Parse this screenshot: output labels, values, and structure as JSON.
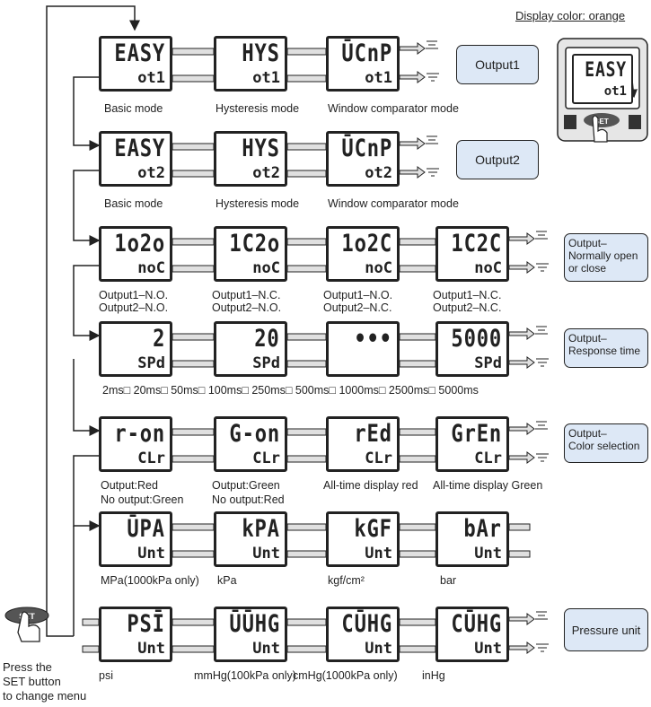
{
  "display_color_label": "Display color: orange",
  "device": {
    "top": "EASY",
    "bottom": "ot1",
    "button": "SET"
  },
  "rows": {
    "r1": {
      "displays": [
        {
          "top": "EASY",
          "bottom": "ot1"
        },
        {
          "top": "HYS",
          "bottom": "ot1"
        },
        {
          "top": "ŪCnP",
          "bottom": "ot1"
        }
      ],
      "labels": [
        "Basic mode",
        "Hysteresis mode",
        "Window comparator mode"
      ],
      "box": "Output1"
    },
    "r2": {
      "displays": [
        {
          "top": "EASY",
          "bottom": "ot2"
        },
        {
          "top": "HYS",
          "bottom": "ot2"
        },
        {
          "top": "ŪCnP",
          "bottom": "ot2"
        }
      ],
      "labels": [
        "Basic mode",
        "Hysteresis mode",
        "Window comparator mode"
      ],
      "box": "Output2"
    },
    "r3": {
      "displays": [
        {
          "top": "1o2o",
          "bottom": "noC"
        },
        {
          "top": "1C2o",
          "bottom": "noC"
        },
        {
          "top": "1o2C",
          "bottom": "noC"
        },
        {
          "top": "1C2C",
          "bottom": "noC"
        }
      ],
      "labels": [
        [
          "Output1–N.O.",
          "Output2–N.O."
        ],
        [
          "Output1–N.C.",
          "Output2–N.O."
        ],
        [
          "Output1–N.O.",
          "Output2–N.C."
        ],
        [
          "Output1–N.C.",
          "Output2–N.C."
        ]
      ],
      "box": [
        "Output–",
        "Normally open",
        "or close"
      ]
    },
    "r4": {
      "displays": [
        {
          "top": "2",
          "bottom": "SPd"
        },
        {
          "top": "20",
          "bottom": "SPd"
        },
        {
          "top": "•••",
          "bottom": ""
        },
        {
          "top": "5000",
          "bottom": "SPd"
        }
      ],
      "labels": "2ms□ 20ms□ 50ms□ 100ms□ 250ms□ 500ms□ 1000ms□ 2500ms□ 5000ms",
      "box": [
        "Output–",
        "Response time"
      ]
    },
    "r5": {
      "displays": [
        {
          "top": "r-on",
          "bottom": "CLr"
        },
        {
          "top": "G-on",
          "bottom": "CLr"
        },
        {
          "top": "rEd",
          "bottom": "CLr"
        },
        {
          "top": "GrEn",
          "bottom": "CLr"
        }
      ],
      "labels": [
        [
          "Output:Red",
          "No output:Green"
        ],
        [
          "Output:Green",
          "No output:Red"
        ],
        [
          "All-time display red"
        ],
        [
          "All-time display Green"
        ]
      ],
      "box": [
        "Output–",
        "Color selection"
      ]
    },
    "r6": {
      "displays": [
        {
          "top": "ŪPA",
          "bottom": "Unt"
        },
        {
          "top": "kPA",
          "bottom": "Unt"
        },
        {
          "top": "kGF",
          "bottom": "Unt"
        },
        {
          "top": "bAr",
          "bottom": "Unt"
        }
      ],
      "labels": [
        "MPa(1000kPa only)",
        "kPa",
        "kgf/cm²",
        "bar"
      ]
    },
    "r7": {
      "displays": [
        {
          "top": "PSĪ",
          "bottom": "Unt"
        },
        {
          "top": "ŪŪHG",
          "bottom": "Unt"
        },
        {
          "top": "CŪHG",
          "bottom": "Unt"
        },
        {
          "top": "CŪHG",
          "bottom": "Unt"
        }
      ],
      "labels": [
        "psi",
        "mmHg(100kPa only)",
        "cmHg(1000kPa only)",
        "inHg"
      ],
      "box": "Pressure unit"
    }
  },
  "set_caption": [
    "Press the",
    "SET button",
    "to change menu"
  ],
  "set_button": "SET"
}
